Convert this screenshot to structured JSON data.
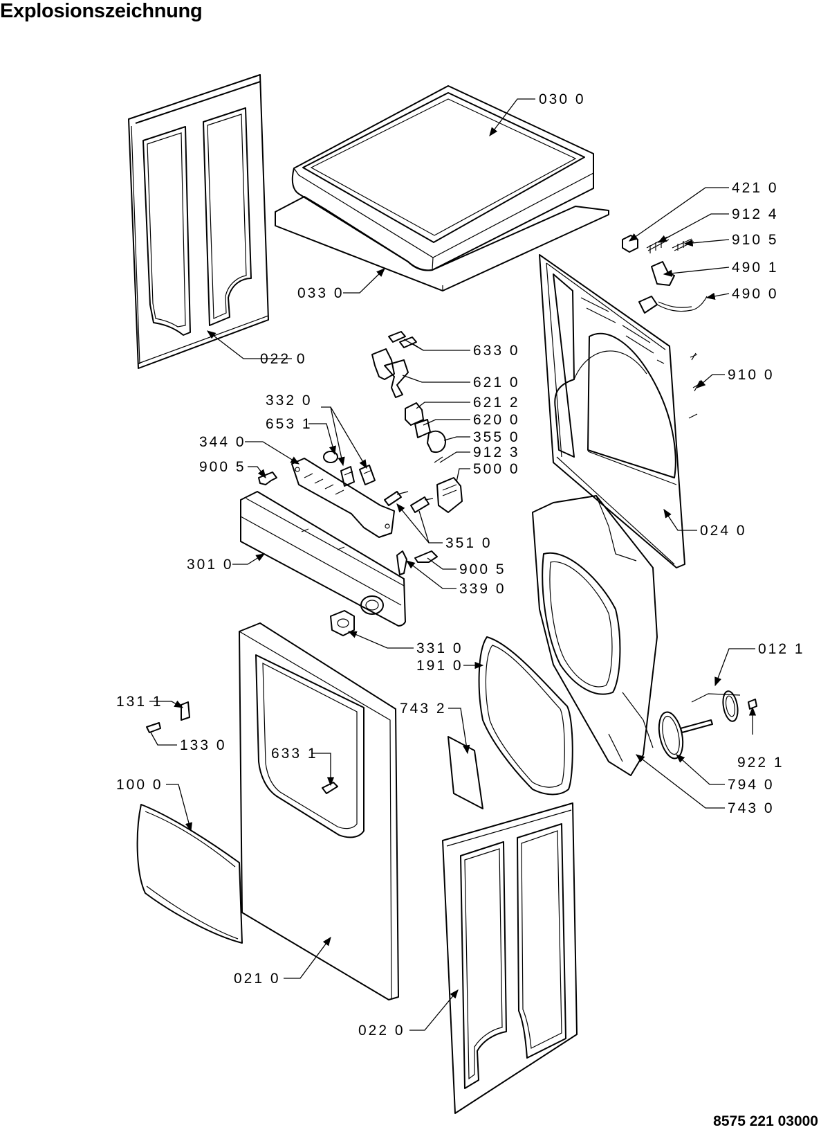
{
  "title": "Explosionszeichnung",
  "document_number": "8575 221 03000",
  "labels": {
    "p0300": "030 0",
    "p4210": "421 0",
    "p9124": "912 4",
    "p9105": "910 5",
    "p4901": "490 1",
    "p4900": "490 0",
    "p0330": "033 0",
    "p0220_top": "022 0",
    "p6330": "633 0",
    "p9100": "910 0",
    "p6210": "621 0",
    "p3320": "332 0",
    "p6212": "621 2",
    "p6531": "653 1",
    "p6200": "620 0",
    "p3440": "344 0",
    "p3550": "355 0",
    "p9123": "912 3",
    "p9005_a": "900 5",
    "p5000": "500 0",
    "p0240": "024 0",
    "p3510": "351 0",
    "p3010": "301 0",
    "p9005_b": "900 5",
    "p3390": "339 0",
    "p3310": "331 0",
    "p0121": "012 1",
    "p1910": "191 0",
    "p1311": "131 1",
    "p7432": "743 2",
    "p1330": "133 0",
    "p6331": "633 1",
    "p9221": "922 1",
    "p1000": "100 0",
    "p7940": "794 0",
    "p7430": "743 0",
    "p0210": "021 0",
    "p0220_bottom": "022 0"
  }
}
